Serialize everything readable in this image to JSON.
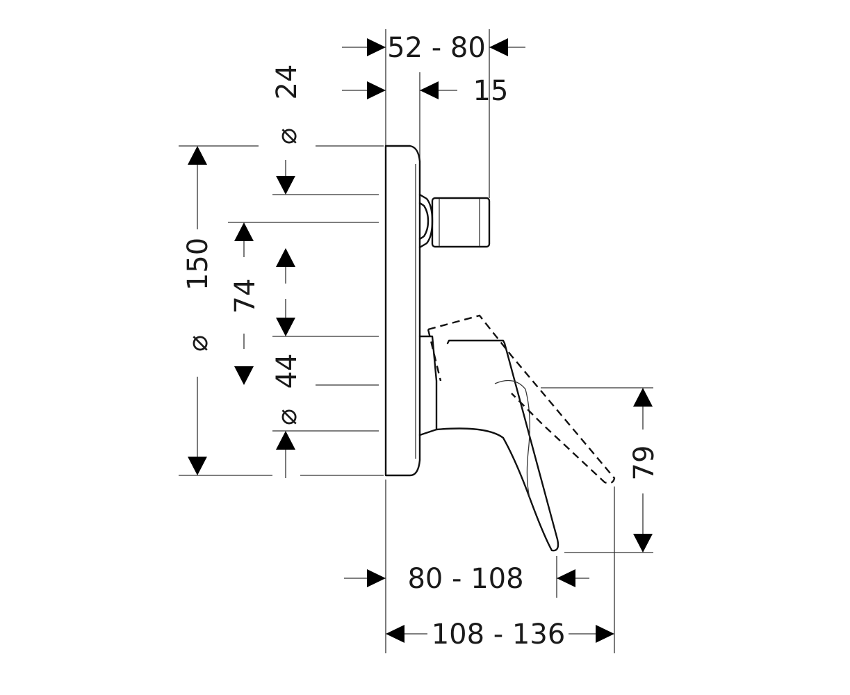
{
  "dimensions": {
    "projection_range": "52 - 80",
    "handle_offset": "15",
    "diameter_symbol": "⌀",
    "knob_diameter": "24",
    "plate_diameter": "150",
    "center_height": "74",
    "recess_diameter": "44",
    "lever_drop": "79",
    "lever_reach": "80 - 108",
    "total_reach": "108 - 136"
  }
}
